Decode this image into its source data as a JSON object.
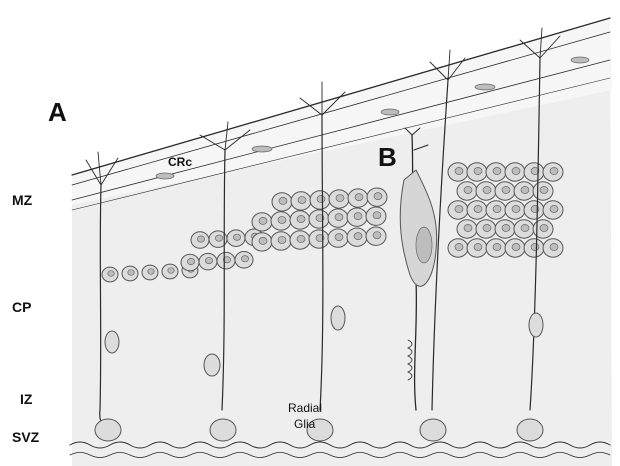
{
  "figure": {
    "panel_a": "A",
    "panel_b": "B",
    "cell_label": "CRc",
    "radial_glia_line1": "Radial",
    "radial_glia_line2": "Glia",
    "layers": {
      "mz": "MZ",
      "cp": "CP",
      "iz": "IZ",
      "svz": "SVZ"
    }
  },
  "colors": {
    "ink": "#2a2a2a",
    "cell_fill": "#dcdcdc",
    "background": "#f2f2f2"
  }
}
